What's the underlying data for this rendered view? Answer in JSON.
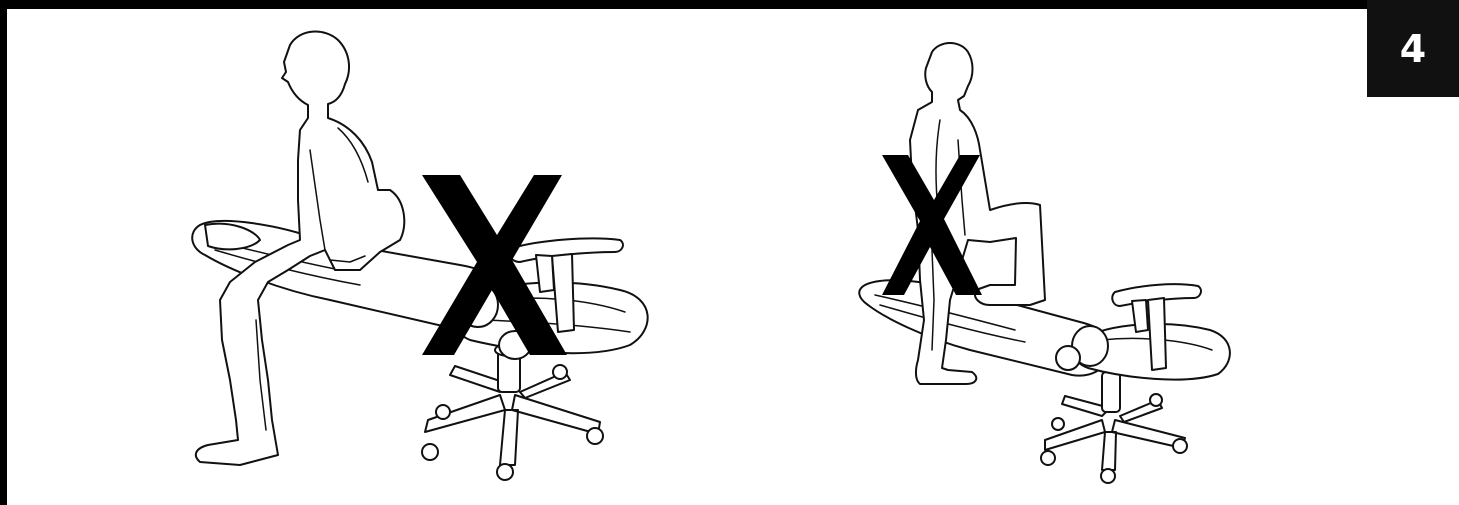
{
  "page": {
    "number": "4"
  },
  "illustrations": [
    {
      "mark": "X"
    },
    {
      "mark": "X"
    }
  ],
  "colors": {
    "frame": "#000000",
    "badge_background": "#111111",
    "badge_text": "#ffffff",
    "line_art": "#111111",
    "background": "#ffffff"
  }
}
